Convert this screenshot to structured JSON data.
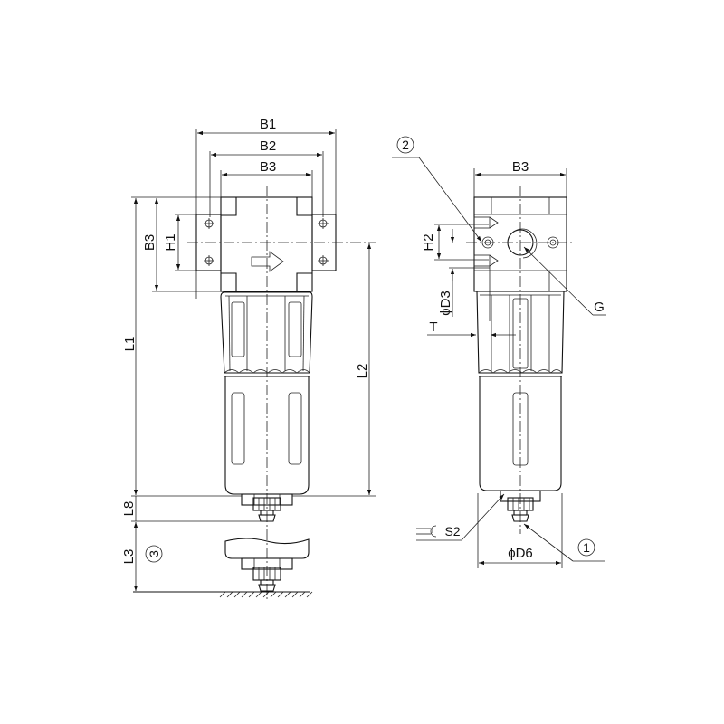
{
  "drawing": {
    "title": "Compressed air filter dimensional drawing",
    "front_view": {
      "dimensions": {
        "b1": "B1",
        "b2": "B2",
        "b3": "B3",
        "b3_side": "B3",
        "h1": "H1",
        "l1": "L1",
        "l2": "L2",
        "l8": "L8",
        "l3": "L3"
      },
      "callouts": {
        "c3": "3"
      }
    },
    "side_view": {
      "dimensions": {
        "b3": "B3",
        "h2": "H2",
        "d3": "ϕD3",
        "t": "T",
        "g": "G",
        "s2": "S2",
        "d6": "ϕD6"
      },
      "callouts": {
        "c1": "1",
        "c2": "2"
      },
      "icons": {
        "s2_symbol": "wrench-icon"
      }
    }
  }
}
